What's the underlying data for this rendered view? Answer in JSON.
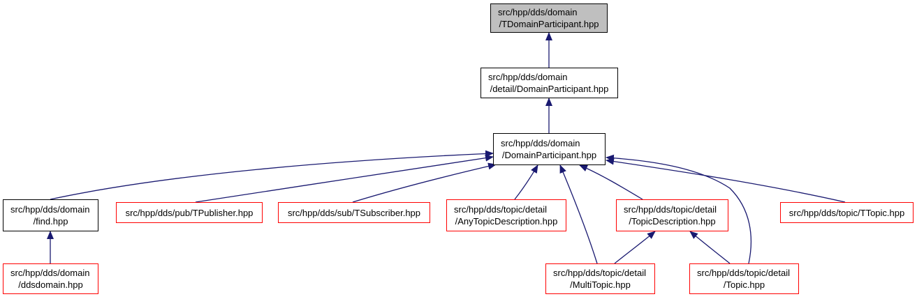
{
  "diagram": {
    "edge_color": "#191970",
    "nodes": {
      "tdomainparticipant": {
        "line1": "src/hpp/dds/domain",
        "line2": "/TDomainParticipant.hpp"
      },
      "detail_domainparticipant": {
        "line1": "src/hpp/dds/domain",
        "line2": "/detail/DomainParticipant.hpp"
      },
      "domainparticipant": {
        "line1": "src/hpp/dds/domain",
        "line2": "/DomainParticipant.hpp"
      },
      "find": {
        "line1": "src/hpp/dds/domain",
        "line2": "/find.hpp"
      },
      "tpublisher": {
        "label": "src/hpp/dds/pub/TPublisher.hpp"
      },
      "tsubscriber": {
        "label": "src/hpp/dds/sub/TSubscriber.hpp"
      },
      "anytopicdescription": {
        "line1": "src/hpp/dds/topic/detail",
        "line2": "/AnyTopicDescription.hpp"
      },
      "topicdescription": {
        "line1": "src/hpp/dds/topic/detail",
        "line2": "/TopicDescription.hpp"
      },
      "ttopic": {
        "label": "src/hpp/dds/topic/TTopic.hpp"
      },
      "ddsdomain": {
        "line1": "src/hpp/dds/domain",
        "line2": "/ddsdomain.hpp"
      },
      "multitopic": {
        "line1": "src/hpp/dds/topic/detail",
        "line2": "/MultiTopic.hpp"
      },
      "topic": {
        "line1": "src/hpp/dds/topic/detail",
        "line2": "/Topic.hpp"
      }
    }
  }
}
